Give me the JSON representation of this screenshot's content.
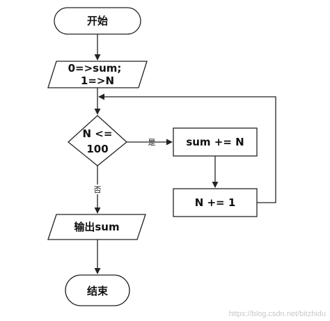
{
  "flowchart": {
    "start": "开始",
    "init_line1": "0=>sum;",
    "init_line2": "1=>N",
    "condition_line1": "N <=",
    "condition_line2": "100",
    "yes_label": "是",
    "no_label": "否",
    "add_step": "sum += N",
    "increment_step": "N += 1",
    "output": "输出sum",
    "end": "结束"
  },
  "watermark": "https://blog.csdn.net/bitzhidu",
  "colors": {
    "stroke": "#222222",
    "text": "#111111",
    "watermark": "#c8c8c8"
  }
}
